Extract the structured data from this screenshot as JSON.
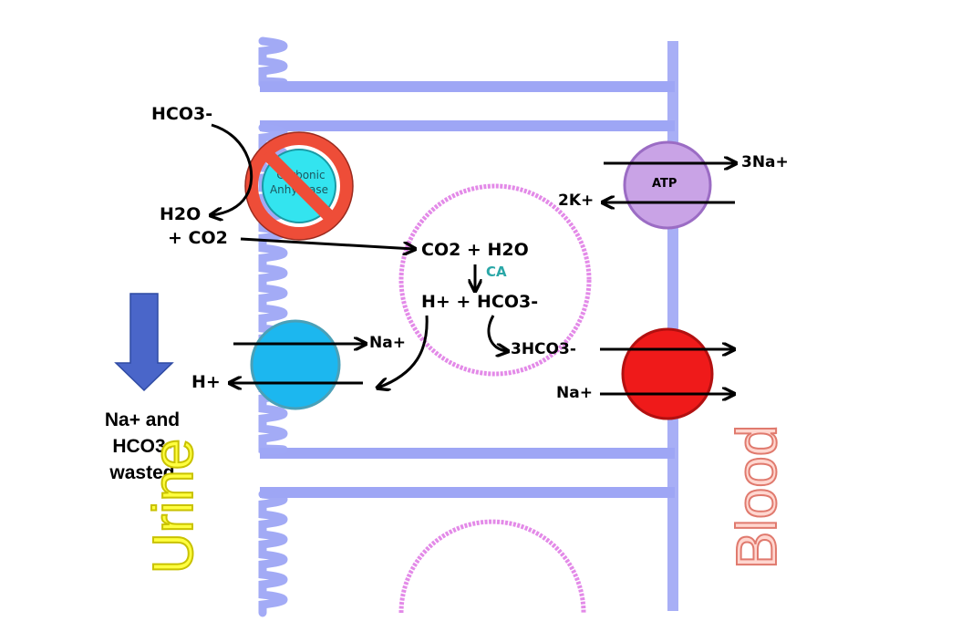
{
  "labels": {
    "hco3_top": "HCO3-",
    "h2o": "H2O",
    "co2_in": "+ CO2",
    "co2_h2o": "CO2 + H2O",
    "ca": "CA",
    "h_hco3": "H+ + HCO3-",
    "na_apical": "Na+",
    "h_out": "H+",
    "three_hco3": "3HCO3-",
    "na_baso": "Na+",
    "three_na": "3Na+",
    "two_k": "2K+",
    "atp": "ATP",
    "enzyme_line1": "Carbonic",
    "enzyme_line2": "Anhydrase"
  },
  "note": {
    "line1": "Na+ and",
    "line2": "HCO3-",
    "line3": "wasted"
  },
  "regions": {
    "urine": "Urine",
    "blood": "Blood"
  },
  "colors": {
    "membrane": "#9ea6f5",
    "cell_membrane": "#e38ae8",
    "exchanger": "#1cb7ef",
    "cotransporter": "#ef1a1a",
    "pump": "#c9a3e6",
    "inhibit": "#ee4d38",
    "enzyme": "#33e4ef",
    "ca_text": "#2aa7a7",
    "wasted_arrow": "#4a66c9",
    "urine_text": "#ffff40",
    "blood_text": "#ffd7d0"
  },
  "icons": {
    "inhibition": "prohibition-icon",
    "down_arrow": "down-arrow-icon"
  }
}
